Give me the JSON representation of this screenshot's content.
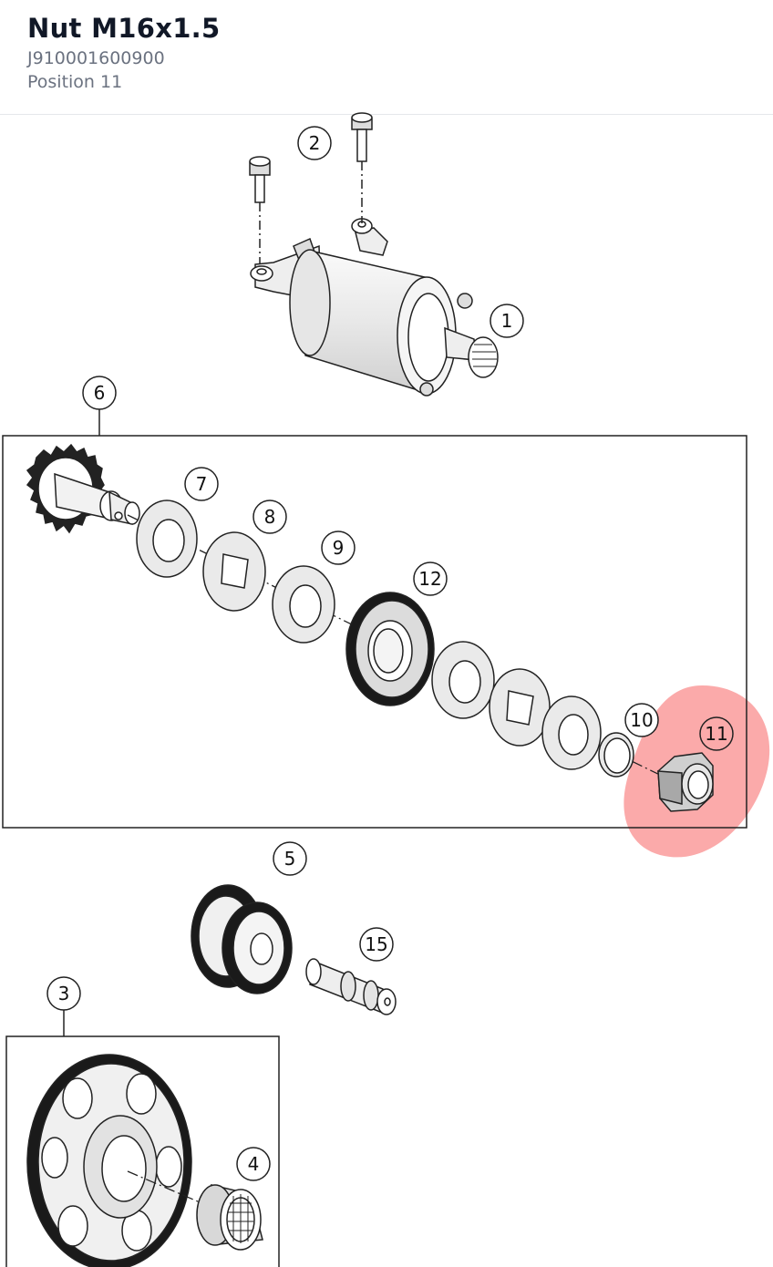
{
  "header": {
    "title": "Nut M16x1.5",
    "part_number": "J910001600900",
    "position": "Position 11"
  },
  "highlight": {
    "callout": "11",
    "color": "#f87171"
  },
  "callouts": [
    {
      "id": "callout-1",
      "label": "1"
    },
    {
      "id": "callout-2",
      "label": "2"
    },
    {
      "id": "callout-3",
      "label": "3"
    },
    {
      "id": "callout-4",
      "label": "4"
    },
    {
      "id": "callout-5",
      "label": "5"
    },
    {
      "id": "callout-6",
      "label": "6"
    },
    {
      "id": "callout-7",
      "label": "7"
    },
    {
      "id": "callout-8",
      "label": "8"
    },
    {
      "id": "callout-9",
      "label": "9"
    },
    {
      "id": "callout-10",
      "label": "10"
    },
    {
      "id": "callout-11",
      "label": "11"
    },
    {
      "id": "callout-12",
      "label": "12"
    },
    {
      "id": "callout-15",
      "label": "15"
    }
  ]
}
